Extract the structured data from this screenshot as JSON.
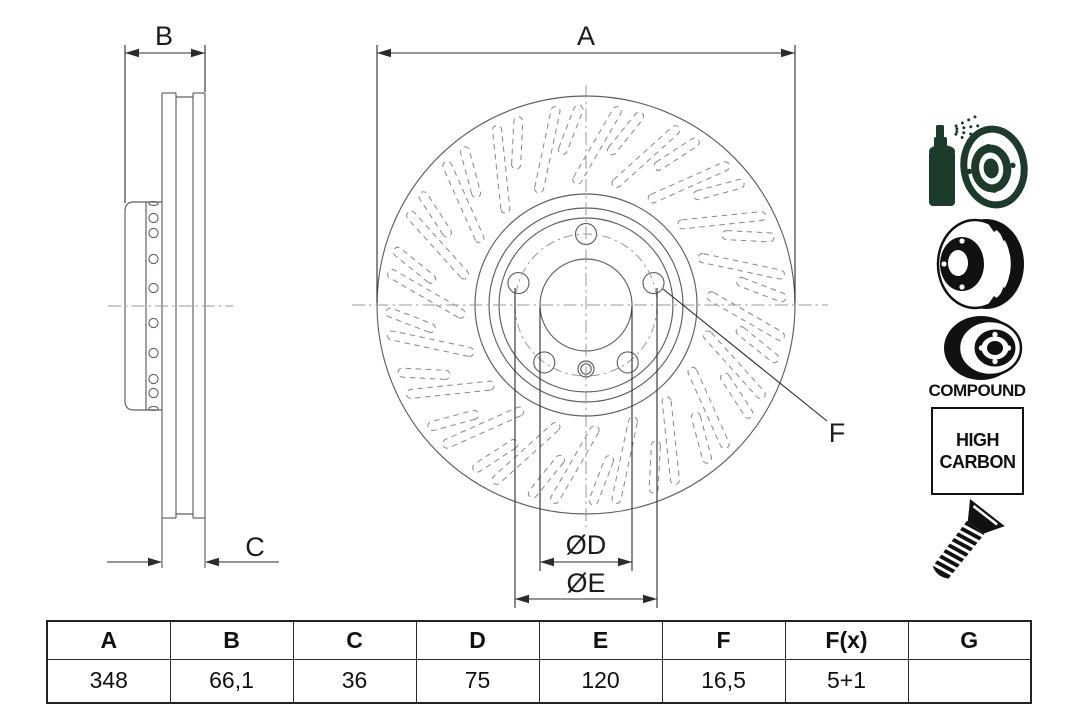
{
  "drawing": {
    "dim_a": "A",
    "dim_b": "B",
    "dim_c": "C",
    "dim_d": "ØD",
    "dim_e": "ØE",
    "dim_f": "F"
  },
  "badges": {
    "compound": "COMPOUND",
    "high_carbon_line1": "HIGH",
    "high_carbon_line2": "CARBON"
  },
  "colors": {
    "icon_green": "#1d3b2b",
    "line_gray": "#5f5f5f"
  },
  "table": {
    "headers": [
      "A",
      "B",
      "C",
      "D",
      "E",
      "F",
      "F(x)",
      "G"
    ],
    "values": [
      "348",
      "66,1",
      "36",
      "75",
      "120",
      "16,5",
      "5+1",
      ""
    ]
  }
}
